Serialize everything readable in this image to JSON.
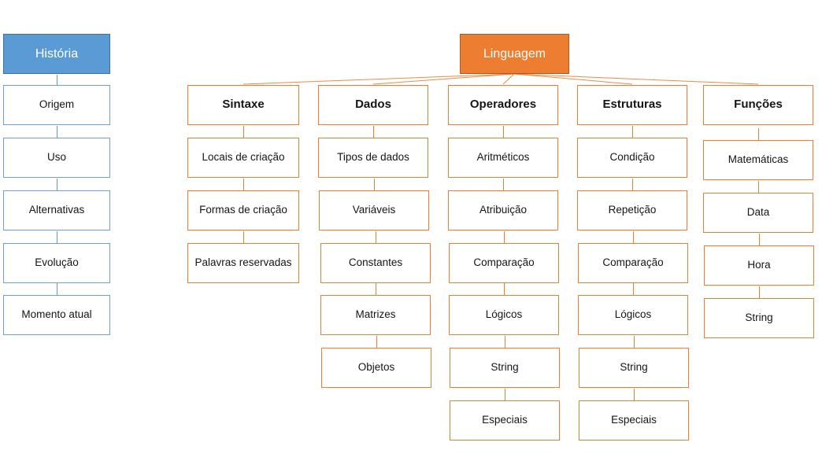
{
  "historia": {
    "title": "História",
    "children": [
      "Origem",
      "Uso",
      "Alternativas",
      "Evolução",
      "Momento atual"
    ]
  },
  "linguagem": {
    "title": "Linguagem",
    "branches": [
      {
        "label": "Sintaxe",
        "children": [
          "Locais de criação",
          "Formas de criação",
          "Palavras reservadas"
        ]
      },
      {
        "label": "Dados",
        "children": [
          "Tipos de dados",
          "Variáveis",
          "Constantes",
          "Matrizes",
          "Objetos"
        ]
      },
      {
        "label": "Operadores",
        "children": [
          "Aritméticos",
          "Atribuição",
          "Comparação",
          "Lógicos",
          "String",
          "Especiais"
        ]
      },
      {
        "label": "Estruturas",
        "children": [
          "Condição",
          "Repetição",
          "Comparação",
          "Lógicos",
          "String",
          "Especiais"
        ]
      },
      {
        "label": "Funções",
        "children": [
          "Matemáticas",
          "Data",
          "Hora",
          "String"
        ]
      }
    ]
  },
  "colors": {
    "blue_fill": "#5B9BD5",
    "blue_border": "#41719C",
    "blue_line": "#5B9BD5",
    "orange_fill": "#ED7D31",
    "orange_border": "#AE5A21",
    "orange_line": "#ED7D31",
    "node_fill": "#FFFFFF",
    "text": "#151515"
  }
}
